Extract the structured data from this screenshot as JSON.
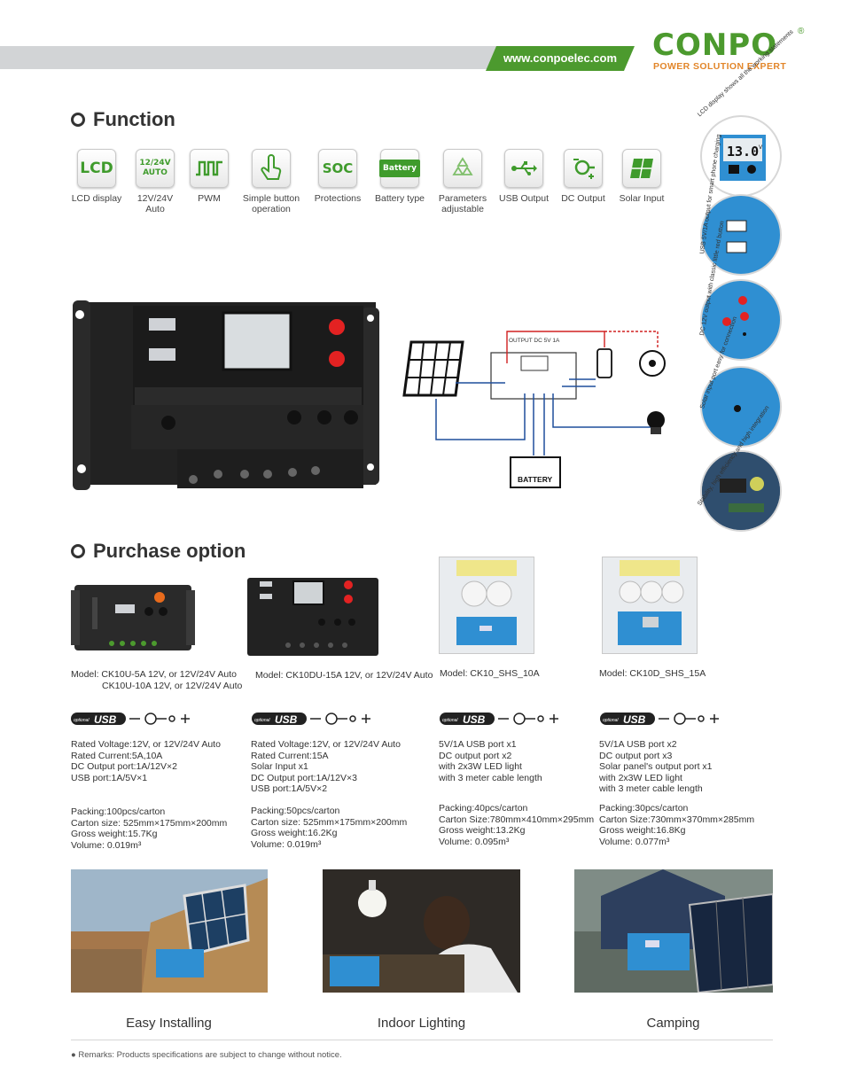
{
  "header": {
    "url": "www.conpoelec.com",
    "logo": "CONPO",
    "logo_reg": "®",
    "tagline": "POWER SOLUTION EXPERT"
  },
  "function": {
    "title": "Function",
    "features": [
      {
        "label": "LCD display",
        "icon_text": "LCD",
        "icon": "lcd-icon"
      },
      {
        "label": "12V/24V Auto",
        "icon_text": "12/24V AUTO",
        "icon": "voltage-auto-icon"
      },
      {
        "label": "PWM",
        "icon_text": "",
        "icon": "pwm-wave-icon"
      },
      {
        "label": "Simple button operation",
        "icon_text": "",
        "icon": "hand-press-icon"
      },
      {
        "label": "Protections",
        "icon_text": "SOC",
        "icon": "soc-icon"
      },
      {
        "label": "Battery type",
        "icon_text": "Battery",
        "icon": "battery-icon"
      },
      {
        "label": "Parameters adjustable",
        "icon_text": "",
        "icon": "recycle-icon"
      },
      {
        "label": "USB Output",
        "icon_text": "",
        "icon": "usb-icon"
      },
      {
        "label": "DC Output",
        "icon_text": "",
        "icon": "dc-output-icon"
      },
      {
        "label": "Solar Input",
        "icon_text": "",
        "icon": "solar-panel-icon"
      }
    ]
  },
  "callouts": [
    {
      "text": "LCD display shows all the working statements",
      "screen": "13.0",
      "unit": "V"
    },
    {
      "text": "USB 5V/1A output for smart phone charging"
    },
    {
      "text": "DC 12V output with classic little red button"
    },
    {
      "text": "Solar input port easy for connection"
    },
    {
      "text": "Stability, high efficiency and high integration"
    }
  ],
  "diagram": {
    "output_label": "OUTPUT DC 5V 1A",
    "battery_label": "BATTERY"
  },
  "purchase": {
    "title": "Purchase option",
    "products": [
      {
        "model_lines": [
          "Model: CK10U-5A      12V, or 12V/24V Auto",
          "CK10U-10A  12V, or 12V/24V Auto"
        ],
        "optional": "optional",
        "usb": "USB",
        "specs": [
          "Rated Voltage:12V, or 12V/24V Auto",
          "Rated Current:5A,10A",
          "DC Output port:1A/12V×2",
          "USB port:1A/5V×1"
        ],
        "packing": [
          "Packing:100pcs/carton",
          "Carton size: 525mm×175mm×200mm",
          "Gross weight:15.7Kg",
          "Volume: 0.019m³"
        ]
      },
      {
        "model_lines": [
          "Model: CK10DU-15A  12V, or 12V/24V Auto"
        ],
        "optional": "optional",
        "usb": "USB",
        "specs": [
          "Rated Voltage:12V, or 12V/24V Auto",
          "Rated Current:15A",
          "Solar Input x1",
          "DC Output port:1A/12V×3",
          "USB port:1A/5V×2"
        ],
        "packing": [
          "Packing:50pcs/carton",
          "Carton size: 525mm×175mm×200mm",
          "Gross weight:16.2Kg",
          "Volume: 0.019m³"
        ]
      },
      {
        "model_lines": [
          "Model: CK10_SHS_10A"
        ],
        "optional": "optional",
        "usb": "USB",
        "specs": [
          "5V/1A USB port x1",
          "DC  output  port x2",
          "with 2x3W LED light",
          "with 3 meter cable length"
        ],
        "packing": [
          "Packing:40pcs/carton",
          "Carton Size:780mm×410mm×295mm",
          "Gross weight:13.2Kg",
          "Volume: 0.095m³"
        ]
      },
      {
        "model_lines": [
          "Model: CK10D_SHS_15A"
        ],
        "optional": "optional",
        "usb": "USB",
        "specs": [
          "5V/1A USB port x2",
          "DC  output  port x3",
          "Solar panel's output port x1",
          "with 2x3W LED light",
          "with 3 meter cable length"
        ],
        "packing": [
          "Packing:30pcs/carton",
          "Carton Size:730mm×370mm×285mm",
          "Gross weight:16.8Kg",
          "Volume: 0.077m³"
        ]
      }
    ]
  },
  "photos": [
    {
      "caption": "Easy  Installing"
    },
    {
      "caption": "Indoor Lighting"
    },
    {
      "caption": "Camping"
    }
  ],
  "remark": "Remarks: Products specifications are subject to change without notice.",
  "colors": {
    "brand_green": "#4c9a2e",
    "accent_orange": "#e2862a",
    "product_blue": "#2f8fd2",
    "wire_blue": "#1f4e9c",
    "wire_red": "#d02020"
  }
}
